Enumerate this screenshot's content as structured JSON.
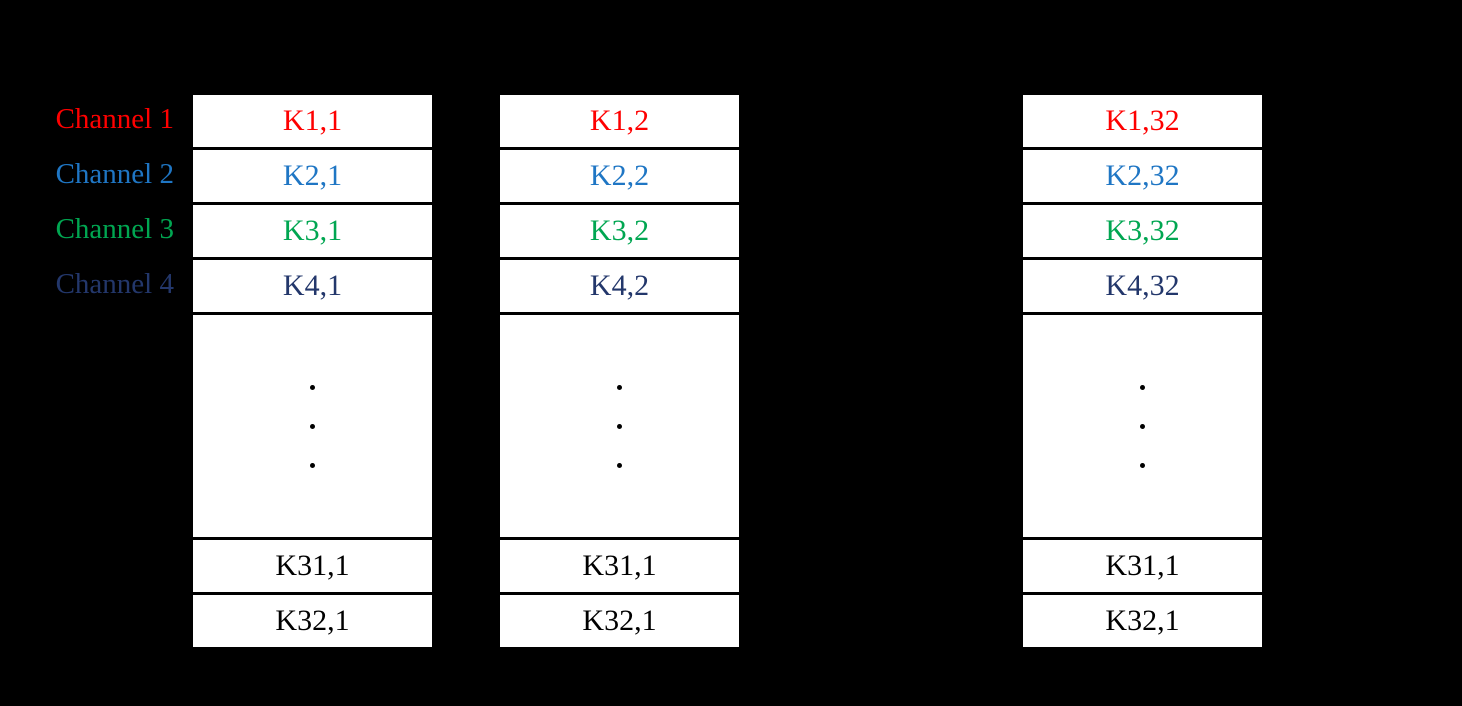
{
  "figure": {
    "background": "#000000",
    "cell_background": "#ffffff",
    "border_color": "#000000"
  },
  "colors": {
    "channel_1": "#fe0000",
    "channel_2": "#1f76c4",
    "channel_3": "#00a651",
    "channel_4": "#23376b",
    "plain": "#000000"
  },
  "legend": {
    "items": [
      {
        "label": "Channel 1",
        "color_key": "channel_1"
      },
      {
        "label": "Channel 2",
        "color_key": "channel_2"
      },
      {
        "label": "Channel 3",
        "color_key": "channel_3"
      },
      {
        "label": "Channel 4",
        "color_key": "channel_4"
      }
    ]
  },
  "columns": [
    {
      "name": "column-1",
      "cells": [
        {
          "text": "K1,1",
          "color_key": "channel_1"
        },
        {
          "text": "K2,1",
          "color_key": "channel_2"
        },
        {
          "text": "K3,1",
          "color_key": "channel_3"
        },
        {
          "text": "K4,1",
          "color_key": "channel_4"
        },
        {
          "text": "",
          "color_key": "plain",
          "ellipsis": true,
          "dots": 3
        },
        {
          "text": "K31,1",
          "color_key": "plain"
        },
        {
          "text": "K32,1",
          "color_key": "plain"
        }
      ]
    },
    {
      "name": "column-2",
      "cells": [
        {
          "text": "K1,2",
          "color_key": "channel_1"
        },
        {
          "text": "K2,2",
          "color_key": "channel_2"
        },
        {
          "text": "K3,2",
          "color_key": "channel_3"
        },
        {
          "text": "K4,2",
          "color_key": "channel_4"
        },
        {
          "text": "",
          "color_key": "plain",
          "ellipsis": true,
          "dots": 3
        },
        {
          "text": "K31,1",
          "color_key": "plain"
        },
        {
          "text": "K32,1",
          "color_key": "plain"
        }
      ]
    },
    {
      "name": "column-3",
      "cells": [
        {
          "text": "K1,32",
          "color_key": "channel_1"
        },
        {
          "text": "K2,32",
          "color_key": "channel_2"
        },
        {
          "text": "K3,32",
          "color_key": "channel_3"
        },
        {
          "text": "K4,32",
          "color_key": "channel_4"
        },
        {
          "text": "",
          "color_key": "plain",
          "ellipsis": true,
          "dots": 3
        },
        {
          "text": "K31,1",
          "color_key": "plain"
        },
        {
          "text": "K32,1",
          "color_key": "plain"
        }
      ]
    }
  ]
}
